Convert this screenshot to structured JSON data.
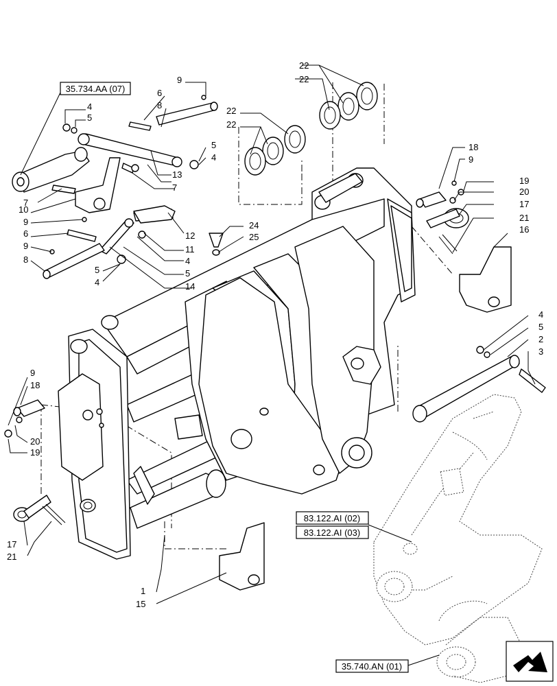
{
  "references": {
    "r1": "35.734.AA (07)",
    "r2": "83.122.AI (02)",
    "r3": "83.122.AI (03)",
    "r4": "35.740.AN (01)"
  },
  "callouts": {
    "c9a": "9",
    "c6a": "6",
    "c8a": "8",
    "c4a": "4",
    "c5a": "5",
    "c22a": "22",
    "c22b": "22",
    "c22c": "22",
    "c22d": "22",
    "c5b": "5",
    "c4b": "4",
    "c7a": "7",
    "c13": "13",
    "c7b": "7",
    "c10": "10",
    "c9b": "9",
    "c6b": "6",
    "c9c": "9",
    "c8b": "8",
    "c12": "12",
    "c11": "11",
    "c4c": "4",
    "c5c": "5",
    "c14": "14",
    "c5d": "5",
    "c4d": "4",
    "c24": "24",
    "c25": "25",
    "c18a": "18",
    "c9d": "9",
    "c19a": "19",
    "c20a": "20",
    "c17a": "17",
    "c21a": "21",
    "c16": "16",
    "c4e": "4",
    "c5e": "5",
    "c2": "2",
    "c3": "3",
    "c9e": "9",
    "c18b": "18",
    "c20b": "20",
    "c19b": "19",
    "c17b": "17",
    "c21b": "21",
    "c1": "1",
    "c15": "15"
  },
  "nav_icon": "next-page-arrow-icon"
}
